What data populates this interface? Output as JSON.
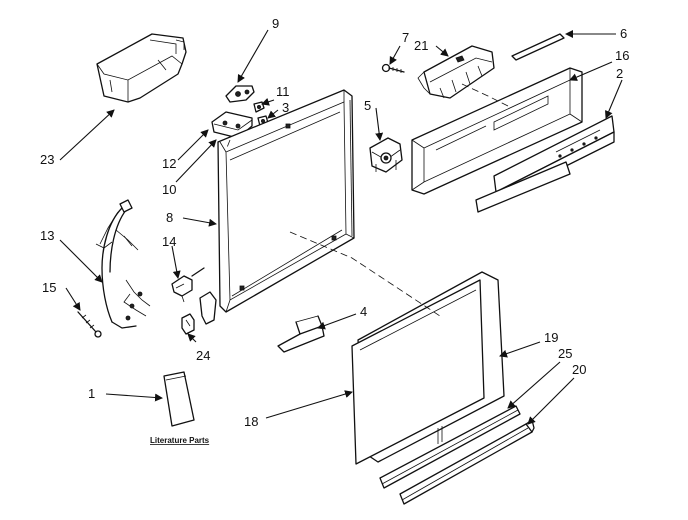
{
  "callouts": [
    {
      "id": "1",
      "label": "1"
    },
    {
      "id": "2",
      "label": "2"
    },
    {
      "id": "3",
      "label": "3"
    },
    {
      "id": "4",
      "label": "4"
    },
    {
      "id": "5",
      "label": "5"
    },
    {
      "id": "6",
      "label": "6"
    },
    {
      "id": "7",
      "label": "7"
    },
    {
      "id": "8",
      "label": "8"
    },
    {
      "id": "9",
      "label": "9"
    },
    {
      "id": "10",
      "label": "10"
    },
    {
      "id": "11",
      "label": "11"
    },
    {
      "id": "12",
      "label": "12"
    },
    {
      "id": "13",
      "label": "13"
    },
    {
      "id": "14",
      "label": "14"
    },
    {
      "id": "15",
      "label": "15"
    },
    {
      "id": "16",
      "label": "16"
    },
    {
      "id": "18",
      "label": "18"
    },
    {
      "id": "19",
      "label": "19"
    },
    {
      "id": "20",
      "label": "20"
    },
    {
      "id": "21",
      "label": "21"
    },
    {
      "id": "23",
      "label": "23"
    },
    {
      "id": "24",
      "label": "24"
    },
    {
      "id": "25",
      "label": "25"
    }
  ],
  "literature_caption": "Literature Parts"
}
